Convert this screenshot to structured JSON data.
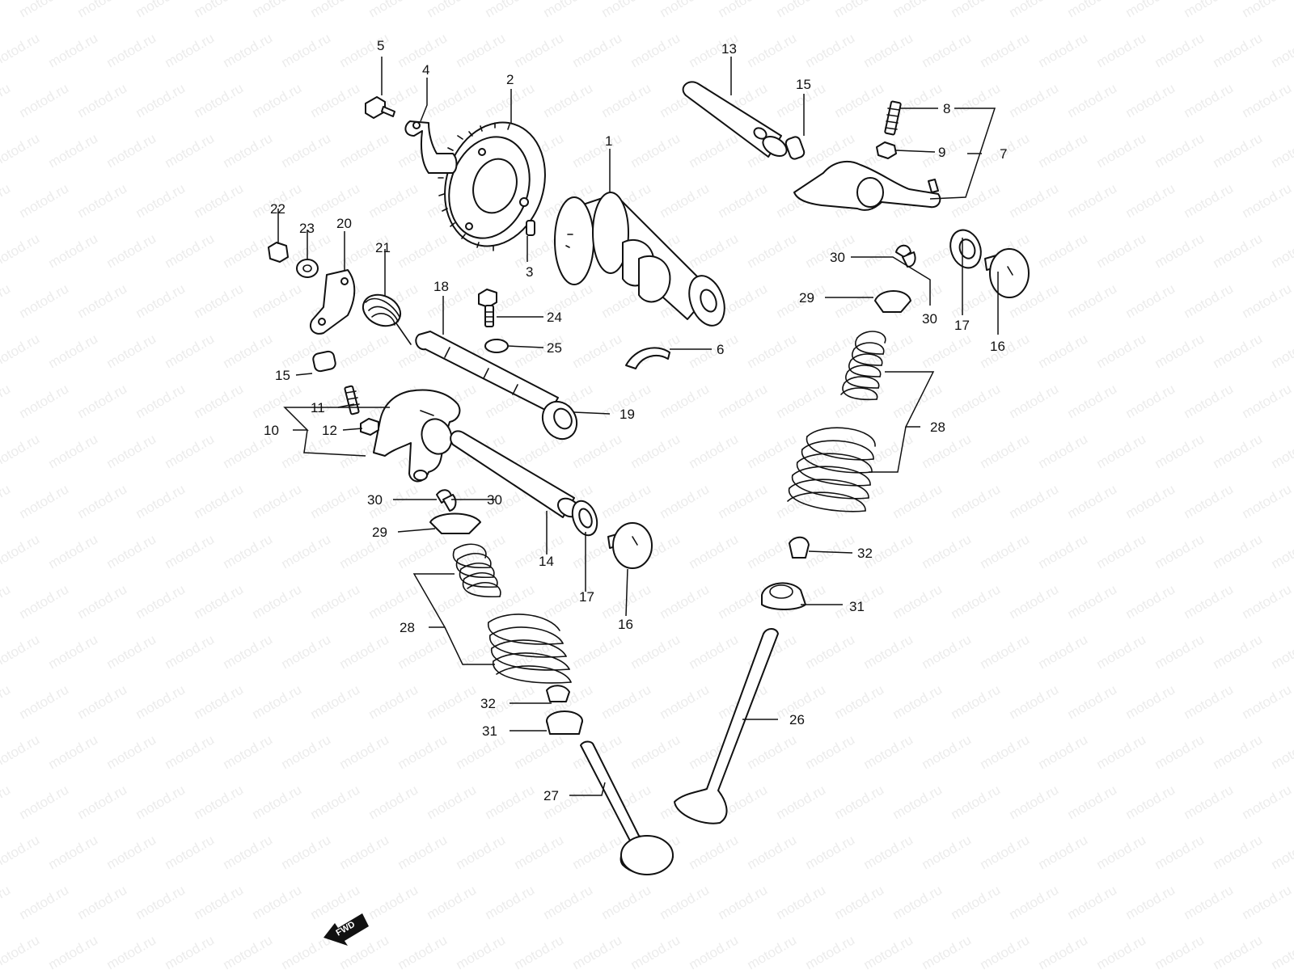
{
  "watermark": {
    "text": "motod.ru",
    "color": "#ececec"
  },
  "forward_badge": {
    "text": "FWD"
  },
  "callouts": [
    "1",
    "2",
    "3",
    "4",
    "5",
    "6",
    "7",
    "8",
    "9",
    "10",
    "11",
    "12",
    "13",
    "14",
    "15",
    "15",
    "16",
    "16",
    "17",
    "17",
    "18",
    "19",
    "20",
    "21",
    "22",
    "23",
    "24",
    "25",
    "26",
    "27",
    "28",
    "28",
    "29",
    "29",
    "30",
    "30",
    "30",
    "30",
    "31",
    "31",
    "32",
    "32"
  ],
  "icons": [
    "camshaft-icon",
    "cam-sprocket-icon",
    "valve-icon",
    "valve-spring-icon",
    "rocker-arm-icon",
    "arrow-left-icon"
  ]
}
